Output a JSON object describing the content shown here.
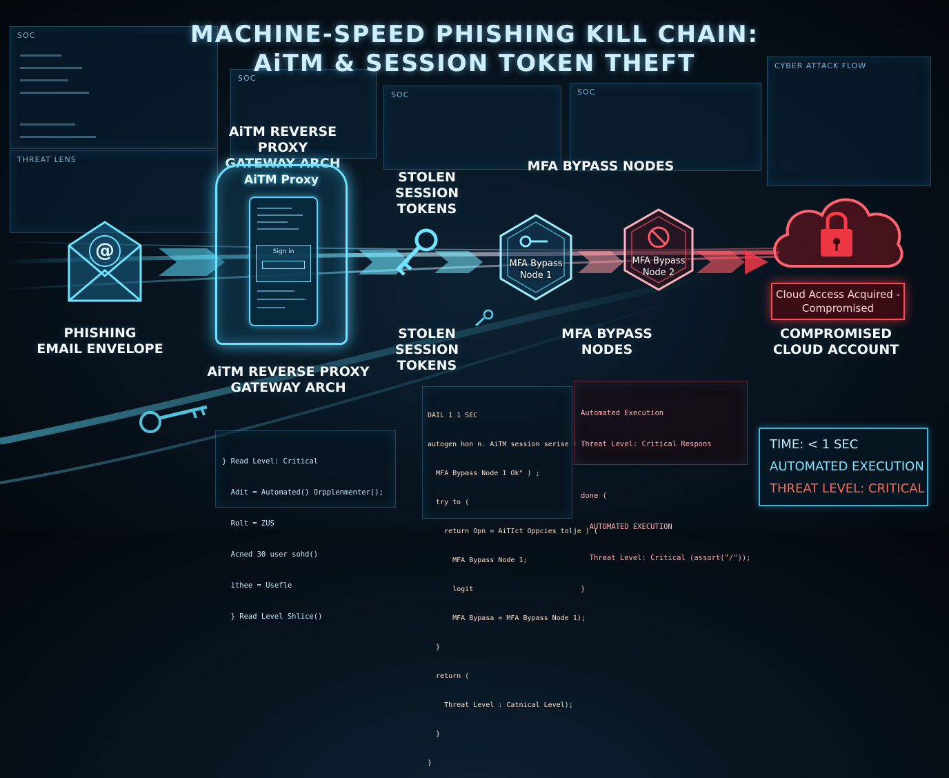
{
  "title": {
    "line1": "MACHINE-SPEED PHISHING KILL CHAIN:",
    "line2": "AiTM & SESSION TOKEN THEFT"
  },
  "panels": {
    "soc_labels": [
      "SOC",
      "SOC",
      "SOC",
      "SOC"
    ],
    "threat_label": "THREAT LENS",
    "cyber_attack_flow": "CYBER ATTACK FLOW"
  },
  "stages": {
    "email": {
      "line1": "PHISHING",
      "line2": "EMAIL ENVELOPE",
      "icon_glyph": "@"
    },
    "proxy_top": {
      "line1": "AiTM REVERSE PROXY",
      "line2": "GATEWAY ARCH"
    },
    "proxy_bottom": {
      "line1": "AiTM REVERSE PROXY",
      "line2": "GATEWAY ARCH"
    },
    "proxy_device": {
      "title": "AiTM Proxy",
      "field": "Sign in"
    },
    "tokens_top": {
      "line1": "STOLEN",
      "line2": "SESSION",
      "line3": "TOKENS"
    },
    "tokens_bottom": {
      "line1": "STOLEN",
      "line2": "SESSION",
      "line3": "TOKENS"
    },
    "mfa_top": {
      "line1": "MFA BYPASS NODES"
    },
    "mfa_bottom": {
      "line1": "MFA BYPASS",
      "line2": "NODES"
    },
    "node1": {
      "line1": "MFA Bypass",
      "line2": "Node 1"
    },
    "node2": {
      "line1": "MFA Bypass",
      "line2": "Node 2"
    },
    "cloud": {
      "line1": "COMPROMISED",
      "line2": "CLOUD ACCOUNT"
    },
    "cloud_status": {
      "line1": "Cloud Access Acquired -",
      "line2": "Compromised"
    }
  },
  "code_center": [
    "DAIL 1 1 SEC",
    "autogen hon n. AiTM session serise ! ) (",
    "  MFA Bypass Node 1 Ok\" ) ;",
    "  try to (",
    "    return Opn = AiTIct Oppcies tolje ) (",
    "      MFA Bypass Node 1;",
    "      logit",
    "      MFA Bypasa = MFA Bypass Node 1);",
    "  }",
    "  return (",
    "    Threat Level : Catnical Level);",
    "  }",
    "}"
  ],
  "code_right": [
    "Automated Execution",
    "Threat Level: Critical Respons",
    "",
    "done (",
    "  AUTOMATED EXECUTION",
    "  Threat Level: Critical (assort(\"/\"));",
    "}"
  ],
  "code_left": [
    "} Read Level: Critical",
    "  Adit = Automated() Orpplenmenter();",
    "  Rolt = ZUS",
    "  Acned 30 user sohd()",
    "  ithee = Usefle",
    "  } Read Level Shlice()"
  ],
  "status": {
    "time": "TIME: < 1 SEC",
    "execution": "AUTOMATED EXECUTION",
    "threat": "THREAT LEVEL: CRITICAL"
  },
  "colors": {
    "cyan": "#5fe0ff",
    "red": "#ff3b48",
    "threat": "#ff6a5c",
    "execution": "#7fe3ff"
  }
}
